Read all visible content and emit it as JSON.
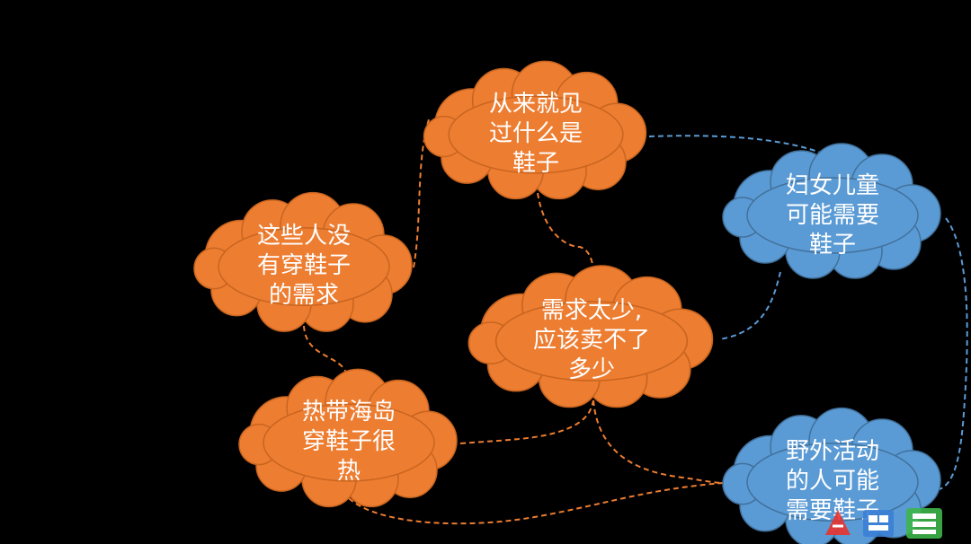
{
  "colors": {
    "background": "#000000",
    "orange_fill": "#ED7D31",
    "orange_stroke": "#C9651F",
    "blue_fill": "#5B9BD5",
    "blue_stroke": "#41719C",
    "orange_dash": "#ED7D31",
    "blue_dash": "#5B9BD5",
    "text": "#FFFFFF"
  },
  "clouds": {
    "top": {
      "color": "orange",
      "lines": [
        "从来就见",
        "过什么是",
        "鞋子"
      ]
    },
    "left": {
      "color": "orange",
      "lines": [
        "这些人没",
        "有穿鞋子",
        "的需求"
      ]
    },
    "center": {
      "color": "orange",
      "lines": [
        "需求太少,",
        "应该卖不了",
        "多少"
      ]
    },
    "bottom_left": {
      "color": "orange",
      "lines": [
        "热带海岛",
        "穿鞋子很",
        "热"
      ]
    },
    "right": {
      "color": "blue",
      "lines": [
        "妇女儿童",
        "可能需要",
        "鞋子"
      ]
    },
    "bottom_right": {
      "color": "blue",
      "lines": [
        "野外活动",
        "的人可能",
        "需要鞋子"
      ]
    }
  },
  "connectors": [
    {
      "from": "left",
      "to": "top",
      "color": "orange"
    },
    {
      "from": "top",
      "to": "center",
      "color": "orange"
    },
    {
      "from": "left",
      "to": "bottom_left",
      "color": "orange"
    },
    {
      "from": "bottom_left",
      "to": "center",
      "color": "orange"
    },
    {
      "from": "center",
      "to": "bottom_right",
      "color": "orange"
    },
    {
      "from": "bottom_left",
      "to": "bottom_right",
      "color": "orange"
    },
    {
      "from": "top",
      "to": "right",
      "color": "blue"
    },
    {
      "from": "right",
      "to": "center",
      "color": "blue"
    },
    {
      "from": "right",
      "to": "bottom_right",
      "color": "blue"
    }
  ],
  "watermark": {
    "icon": "site-logo-icon"
  }
}
